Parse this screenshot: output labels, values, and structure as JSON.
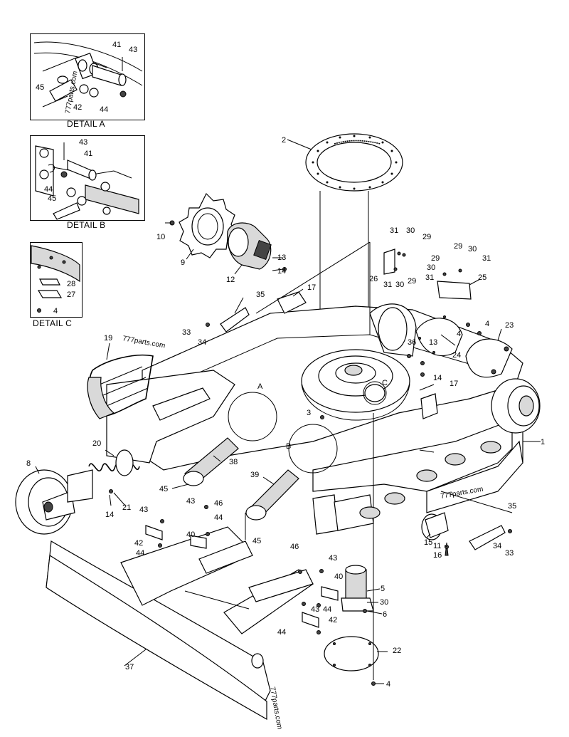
{
  "details": {
    "a": {
      "caption": "DETAIL A",
      "labels": [
        "41",
        "43",
        "45",
        "42",
        "44"
      ]
    },
    "b": {
      "caption": "DETAIL B",
      "labels": [
        "43",
        "41",
        "44",
        "45"
      ]
    },
    "c": {
      "caption": "DETAIL C",
      "labels": [
        "28",
        "27",
        "4"
      ]
    }
  },
  "callouts": {
    "c1": "1",
    "c2": "2",
    "c3": "3",
    "c4a": "4",
    "c4b": "4",
    "c4c": "4",
    "c5": "5",
    "c6": "6",
    "c8": "8",
    "c9": "9",
    "c10": "10",
    "c11": "11",
    "c12": "12",
    "c13a": "13",
    "c13b": "13",
    "c14a": "14",
    "c14b": "14",
    "c14c": "14",
    "c15": "15",
    "c16": "16",
    "c17a": "17",
    "c17b": "17",
    "c19": "19",
    "c20": "20",
    "c21": "21",
    "c22": "22",
    "c23": "23",
    "c24": "24",
    "c25": "25",
    "c26": "26",
    "c29a": "29",
    "c29b": "29",
    "c29c": "29",
    "c29d": "29",
    "c30a": "30",
    "c30b": "30",
    "c30c": "30",
    "c30d": "30",
    "c30e": "30",
    "c31a": "31",
    "c31b": "31",
    "c31c": "31",
    "c31d": "31",
    "c33a": "33",
    "c33b": "33",
    "c34a": "34",
    "c34b": "34",
    "c35a": "35",
    "c35b": "35",
    "c36": "36",
    "c37": "37",
    "c38": "38",
    "c39": "39",
    "c40a": "40",
    "c40b": "40",
    "c42a": "42",
    "c42b": "42",
    "c43a": "43",
    "c43b": "43",
    "c43c": "43",
    "c43d": "43",
    "c44a": "44",
    "c44b": "44",
    "c44c": "44",
    "c44d": "44",
    "c45a": "45",
    "c45b": "45",
    "c46a": "46",
    "c46b": "46",
    "ca": "A",
    "cb": "B",
    "cc": "C"
  },
  "watermarks": [
    "777parts.com",
    "777parts.com",
    "777parts.com",
    "777parts.com"
  ]
}
